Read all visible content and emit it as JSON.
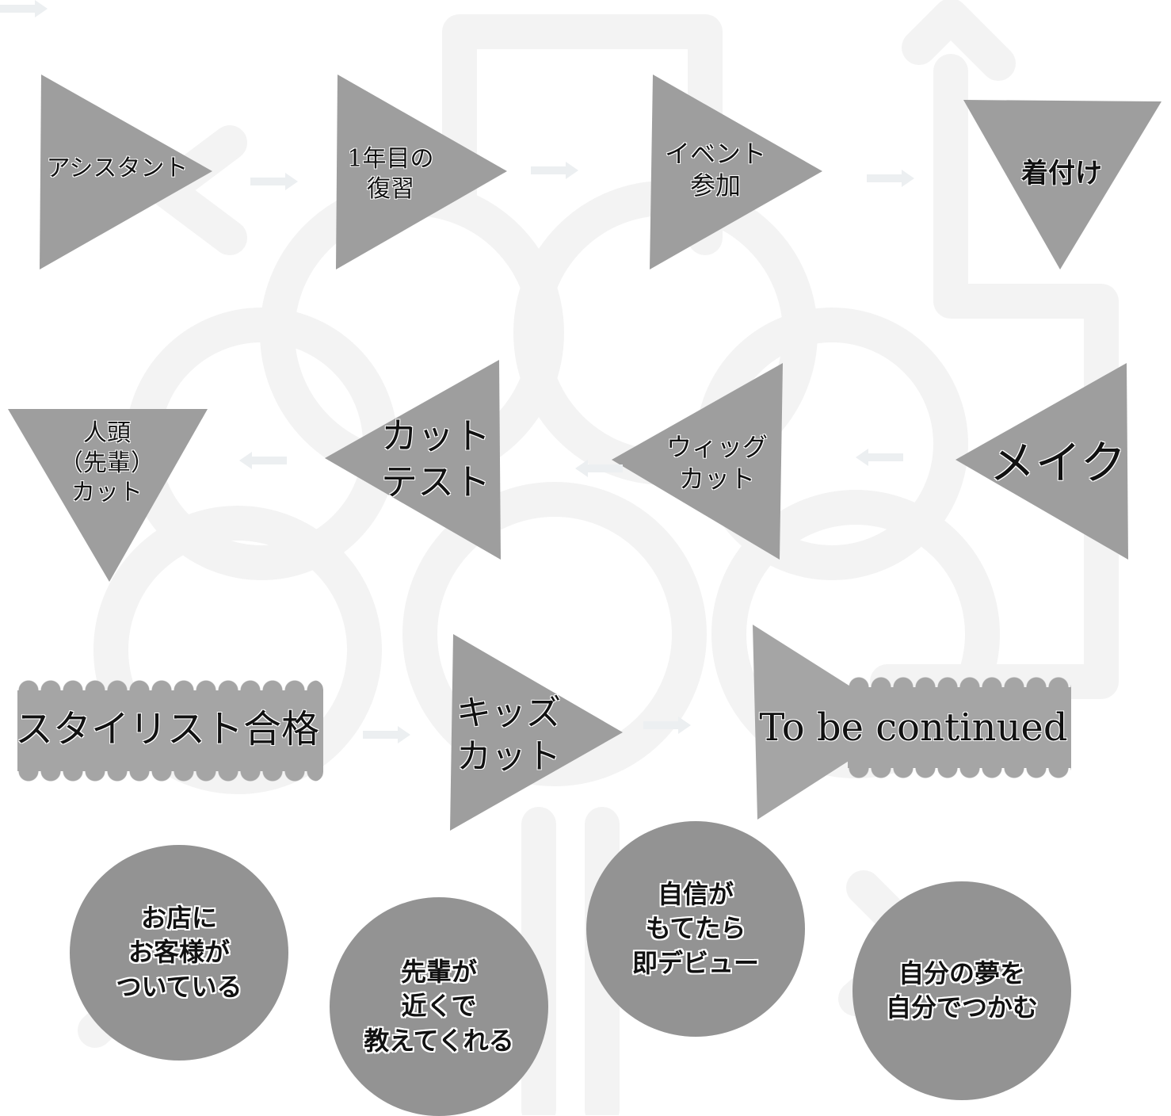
{
  "colors": {
    "shape": "#9e9e9e",
    "circle": "#939393",
    "arrow": "#eceff1",
    "deco": "#f2f2f2"
  },
  "steps": [
    {
      "id": "assistant",
      "label": "アシスタント"
    },
    {
      "id": "review",
      "label": "1年目の\n復習"
    },
    {
      "id": "event",
      "label": "イベント\n参加"
    },
    {
      "id": "kitsuke",
      "label": "着付け"
    },
    {
      "id": "make",
      "label": "メイク"
    },
    {
      "id": "wig",
      "label": "ウィッグ\nカット"
    },
    {
      "id": "cut-test",
      "label": "カット\nテスト"
    },
    {
      "id": "model-cut",
      "label": "人頭\n（先輩）\nカット"
    },
    {
      "id": "stylist",
      "label": "スタイリスト合格"
    },
    {
      "id": "kids",
      "label": "キッズ\nカット"
    },
    {
      "id": "continued",
      "label": "To be continued"
    }
  ],
  "features": [
    {
      "id": "customers",
      "label": "お店に\nお客様が\nついている"
    },
    {
      "id": "senpai",
      "label": "先輩が\n近くで\n教えてくれる"
    },
    {
      "id": "debut",
      "label": "自信が\nもてたら\n即デビュー"
    },
    {
      "id": "dream",
      "label": "自分の夢を\n自分でつかむ"
    }
  ],
  "icons": {
    "arrow": "arrow-icon"
  }
}
